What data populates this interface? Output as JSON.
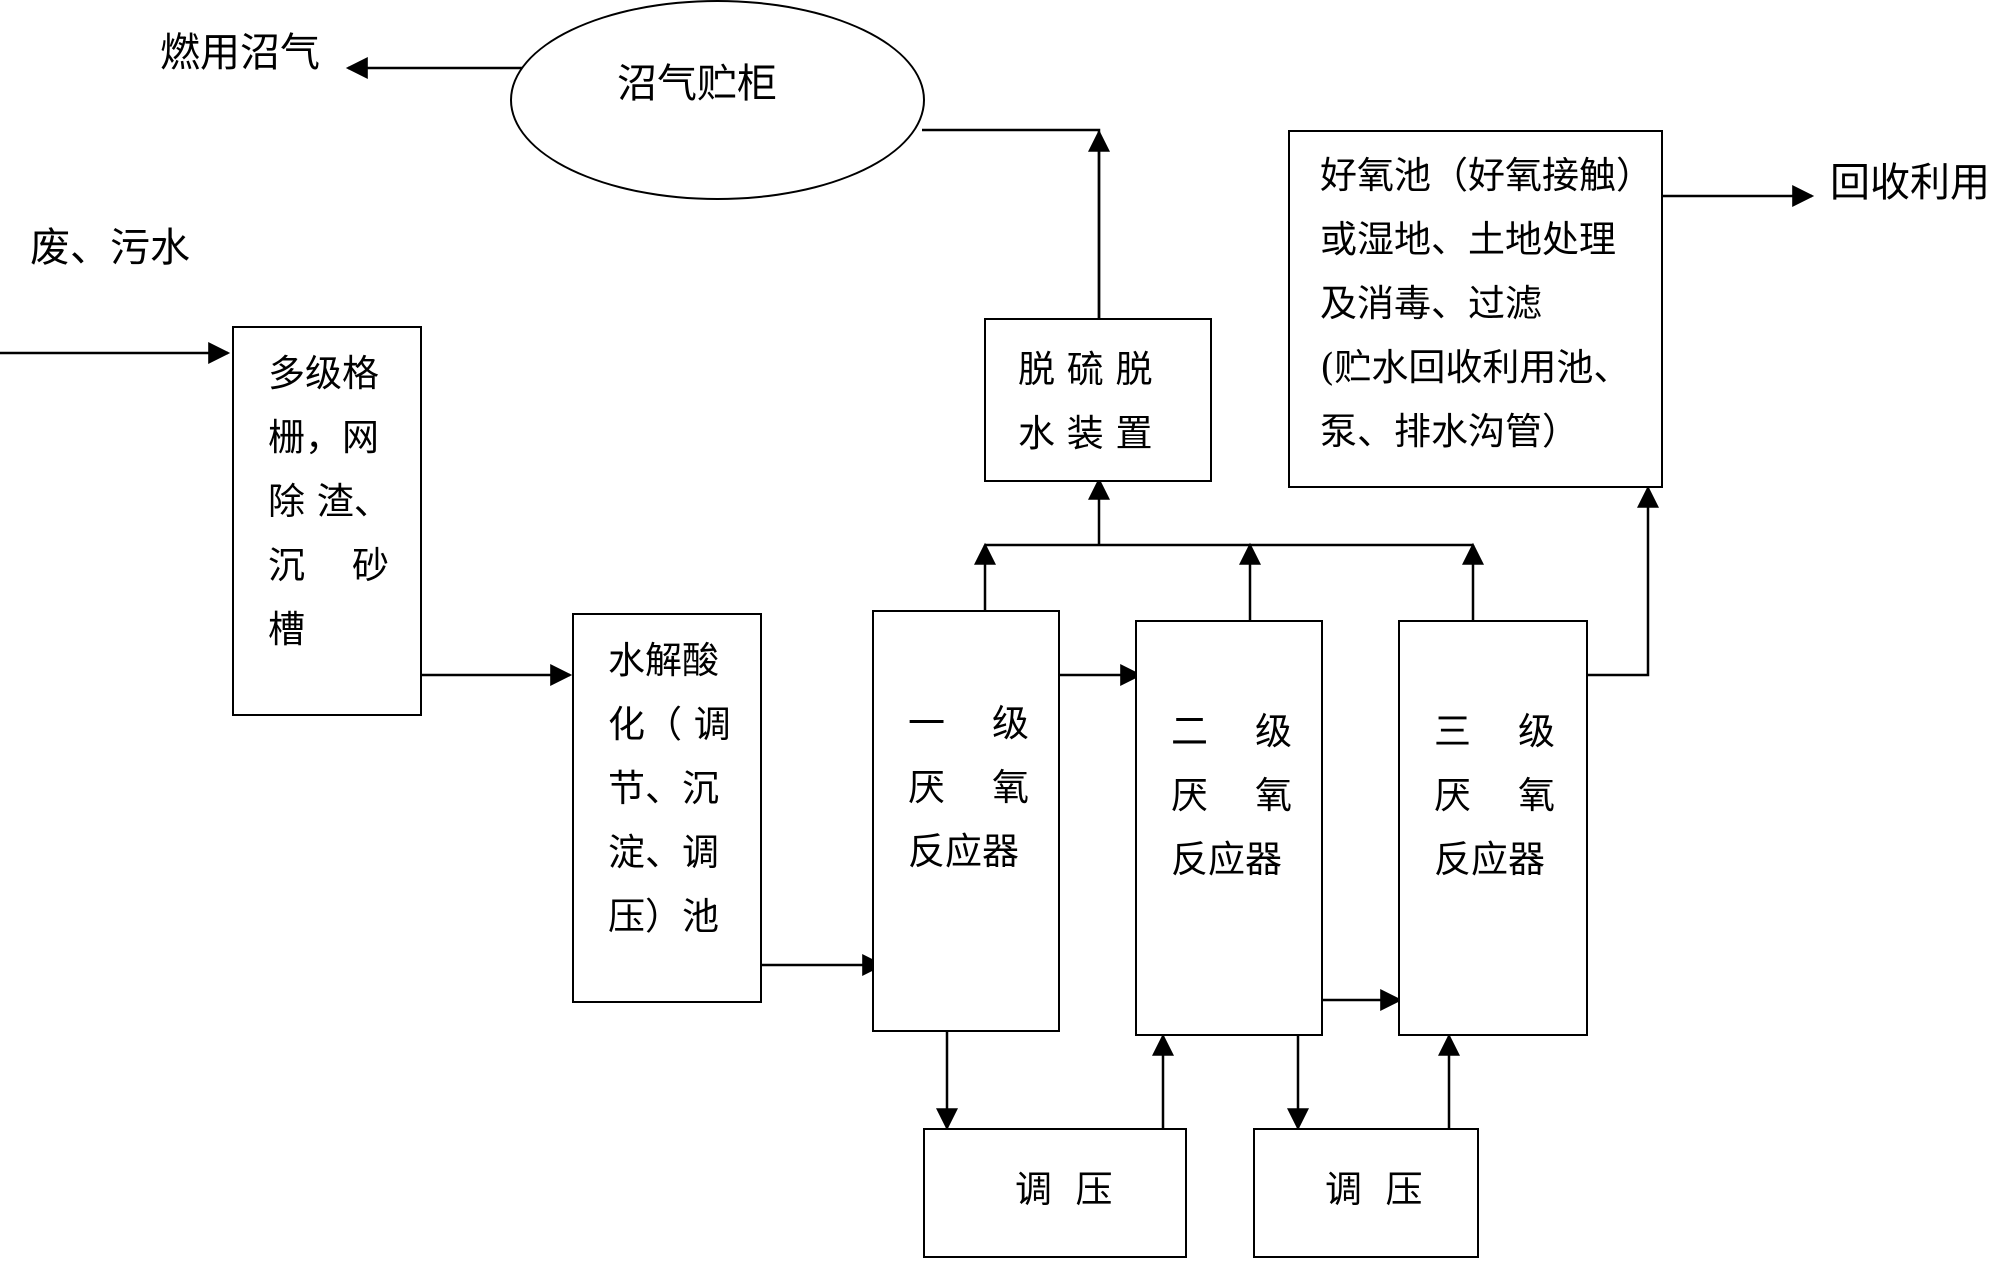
{
  "labels": {
    "fuel_biogas": "燃用沼气",
    "waste_water": "废、污水",
    "recycle": "回收利用"
  },
  "gas_holder": "沼气贮柜",
  "screen": [
    "多级格",
    "栅，网",
    "除 渣、",
    "沉    砂",
    "槽"
  ],
  "hydrolysis": [
    "水解酸",
    "化（ 调",
    "节、沉",
    "淀、调",
    "压）池"
  ],
  "desulfur": [
    "脱 硫 脱",
    "水 装 置"
  ],
  "aerobic": [
    "好氧池（好氧接触）",
    "或湿地、土地处理",
    "及消毒、过滤",
    "(贮水回收利用池、",
    "泵、排水沟管）"
  ],
  "reactor1": [
    "一    级",
    "厌    氧",
    "反应器"
  ],
  "reactor2": [
    "二    级",
    "厌    氧",
    "反应器"
  ],
  "reactor3": [
    "三    级",
    "厌    氧",
    "反应器"
  ],
  "pressure1": "调  压",
  "pressure2": "调  压"
}
